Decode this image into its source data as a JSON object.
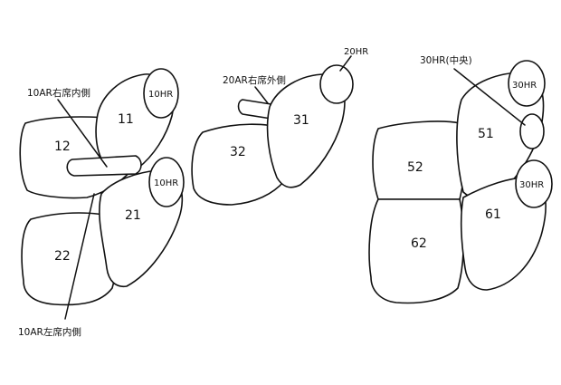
{
  "seat_numbers": {
    "s11": "11",
    "s12": "12",
    "s21": "21",
    "s22": "22",
    "s31": "31",
    "s32": "32",
    "s51": "51",
    "s52": "52",
    "s61": "61",
    "s62": "62"
  },
  "headrests": {
    "hr_10_top": "10HR",
    "hr_10_bottom": "10HR",
    "hr_20": "20HR",
    "hr_30_top": "30HR",
    "hr_30_bottom": "30HR"
  },
  "callouts": {
    "ar10_right": "10AR右席内側",
    "ar10_left": "10AR左席内側",
    "ar20_right": "20AR右席外側",
    "hr30_center": "30HR(中央)"
  }
}
